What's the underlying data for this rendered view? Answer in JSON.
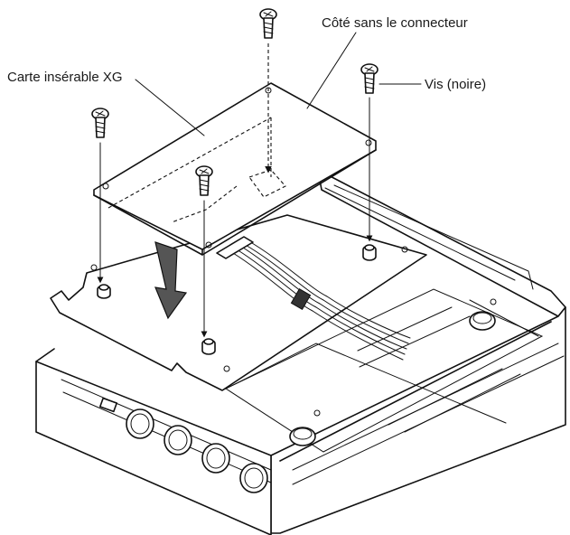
{
  "labels": {
    "card": "Carte insérable XG",
    "side": "Côté sans le connecteur",
    "screw": "Vis (noire)"
  }
}
